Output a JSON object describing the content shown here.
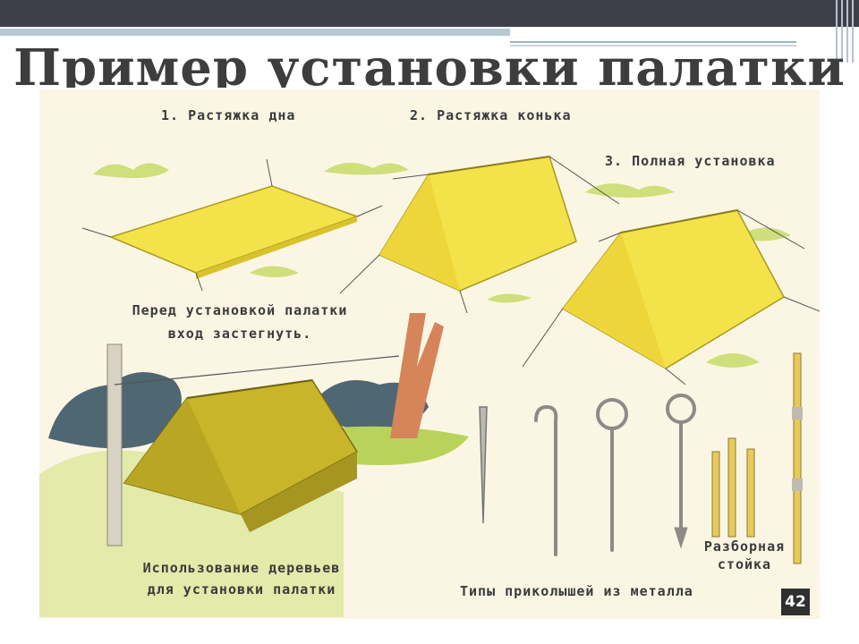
{
  "slide": {
    "title": "Пример установки палатки"
  },
  "figure": {
    "step1": "1. Растяжка дна",
    "step2": "2. Растяжка конька",
    "step3": "3. Полная установка",
    "note_line1": "Перед установкой палатки",
    "note_line2": "вход застегнуть.",
    "trees_line1": "Использование деревьев",
    "trees_line2": "для установки палатки",
    "pegs_caption": "Типы приколышей из металла",
    "pole_line1": "Разборная",
    "pole_line2": "стойка",
    "page_number": "42"
  },
  "colors": {
    "tent_yellow": "#f4e24a",
    "tent_shadow": "#d9c22b",
    "tent_olive": "#c9b52a",
    "grass": "#b9d35a",
    "foliage": "#4f6673",
    "metal": "#8e8a86",
    "header_bar": "#3f3f4a"
  }
}
